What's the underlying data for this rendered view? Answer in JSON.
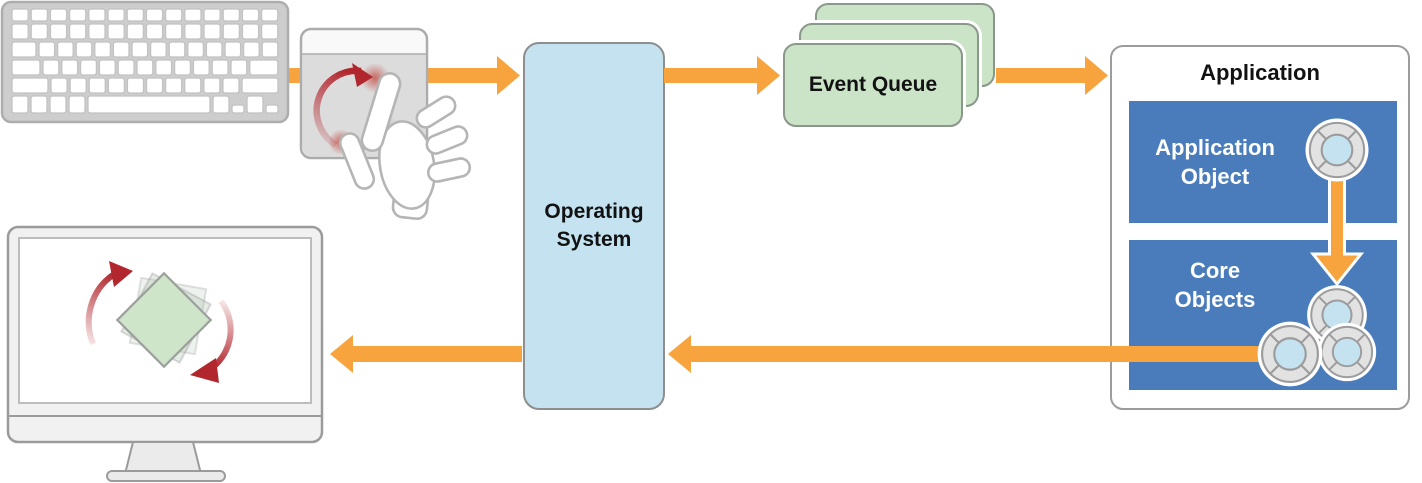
{
  "nodes": {
    "operating_system": {
      "label": "Operating System"
    },
    "event_queue": {
      "label": "Event Queue"
    },
    "application": {
      "label": "Application"
    },
    "application_object": {
      "label": "Application Object"
    },
    "core_objects": {
      "label": "Core Objects"
    }
  },
  "icons": {
    "keyboard": "keyboard-icon",
    "trackpad": "trackpad-rotate-gesture-icon",
    "hand": "two-finger-rotate-hand-icon",
    "display": "desktop-display-icon",
    "rotating_square": "rotating-green-square-icon",
    "object_ring": "life-preserver-object-icon",
    "flow_arrow": "orange-flow-arrow",
    "rotation_arrow": "red-rotation-arrow"
  },
  "colors": {
    "flow_arrow_orange": "#F7A43E",
    "operating_system_fill": "#C4E2F0",
    "event_queue_fill": "#CBE4C8",
    "object_box_blue": "#4A7CBC",
    "rotation_red": "#B2272E",
    "screen_square_green": "#CEE5CA",
    "device_gray": "#CDCDCD"
  }
}
